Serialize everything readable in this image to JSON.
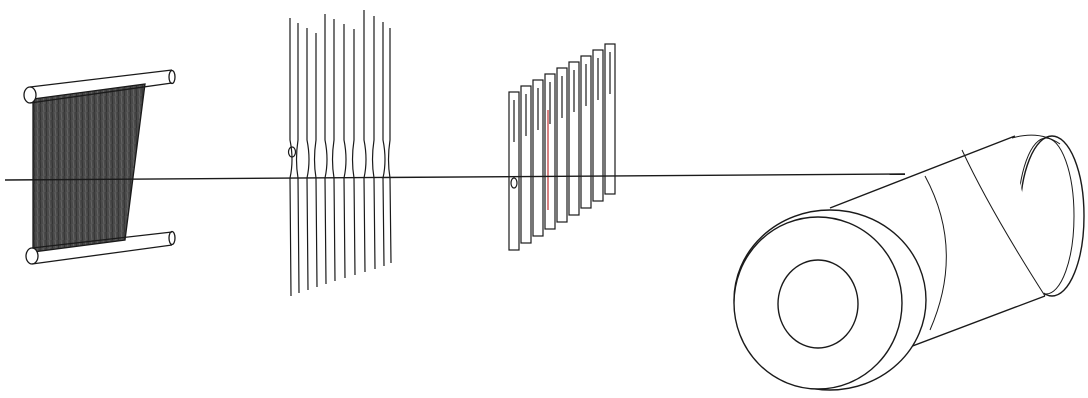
{
  "diagram": {
    "components": [
      {
        "id": "warp-beam",
        "label": ""
      },
      {
        "id": "drop-wires",
        "label": ""
      },
      {
        "id": "heddles",
        "label": ""
      },
      {
        "id": "take-up-roll",
        "label": ""
      }
    ],
    "colors": {
      "ink": "#1a1a1a",
      "warp_fill": "#4a4a4a",
      "accent": "#c03030",
      "paper": "#ffffff"
    }
  }
}
